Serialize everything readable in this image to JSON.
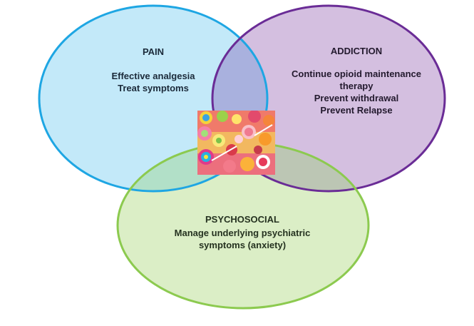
{
  "diagram": {
    "type": "venn",
    "sets": [
      {
        "id": "pain",
        "title": "PAIN",
        "lines": [
          "Effective analgesia",
          "Treat symptoms"
        ],
        "fill": "#c3e9f9",
        "stroke": "#1ea6e3"
      },
      {
        "id": "addiction",
        "title": "ADDICTION",
        "lines": [
          "Continue opioid maintenance",
          "therapy",
          "Prevent withdrawal",
          "Prevent Relapse"
        ],
        "fill": "#d4bfe0",
        "stroke": "#6a2c96"
      },
      {
        "id": "psychosocial",
        "title": "PSYCHOSOCIAL",
        "lines": [
          "Manage underlying psychiatric",
          "symptoms (anxiety)"
        ],
        "fill": "#dbeec6",
        "stroke": "#8cca4f"
      }
    ],
    "overlaps": {
      "pain_addiction": "#a9b1de",
      "pain_psychosocial": "#b2e0c8",
      "addiction_psychosocial": "#bcc6b4"
    },
    "center_image": {
      "description": "colorful candies and lollipops photo",
      "icon": "candy-image"
    }
  }
}
